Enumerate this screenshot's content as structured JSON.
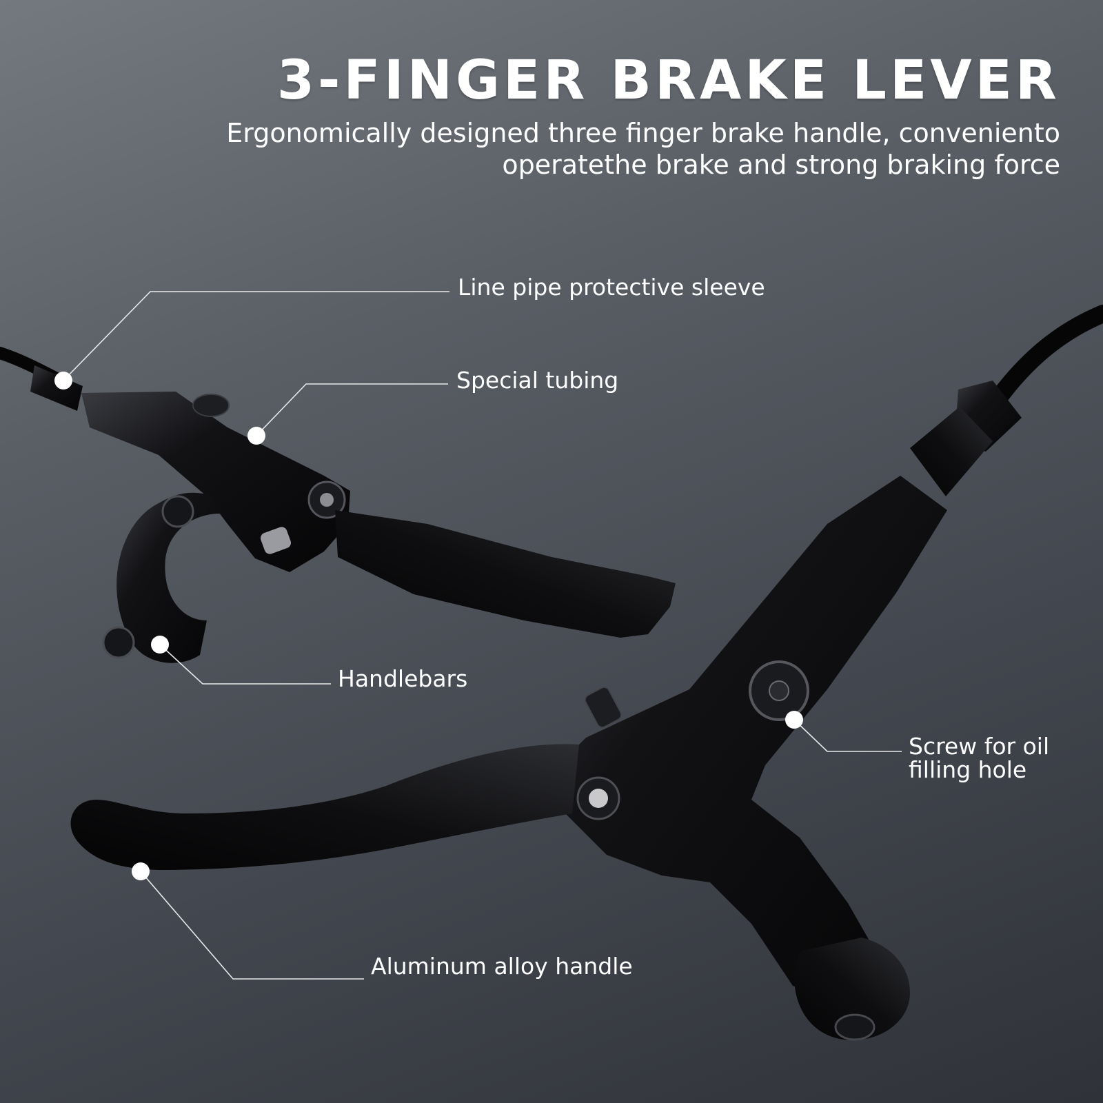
{
  "heading": {
    "title": "3-FINGER BRAKE LEVER",
    "subtitle_line1": "Ergonomically designed three finger brake handle, conveniento",
    "subtitle_line2": "operatethe brake and strong braking force"
  },
  "callouts": {
    "sleeve": "Line pipe protective sleeve",
    "tubing": "Special tubing",
    "handlebars": "Handlebars",
    "screw_line1": "Screw for oil",
    "screw_line2": "filling hole",
    "handle": "Aluminum alloy handle"
  },
  "colors": {
    "background_top": "#74797f",
    "background_bottom": "#2f3238",
    "text": "#ffffff",
    "lever_body": "#0c0c0e",
    "callout_line": "#e9e9e9"
  }
}
